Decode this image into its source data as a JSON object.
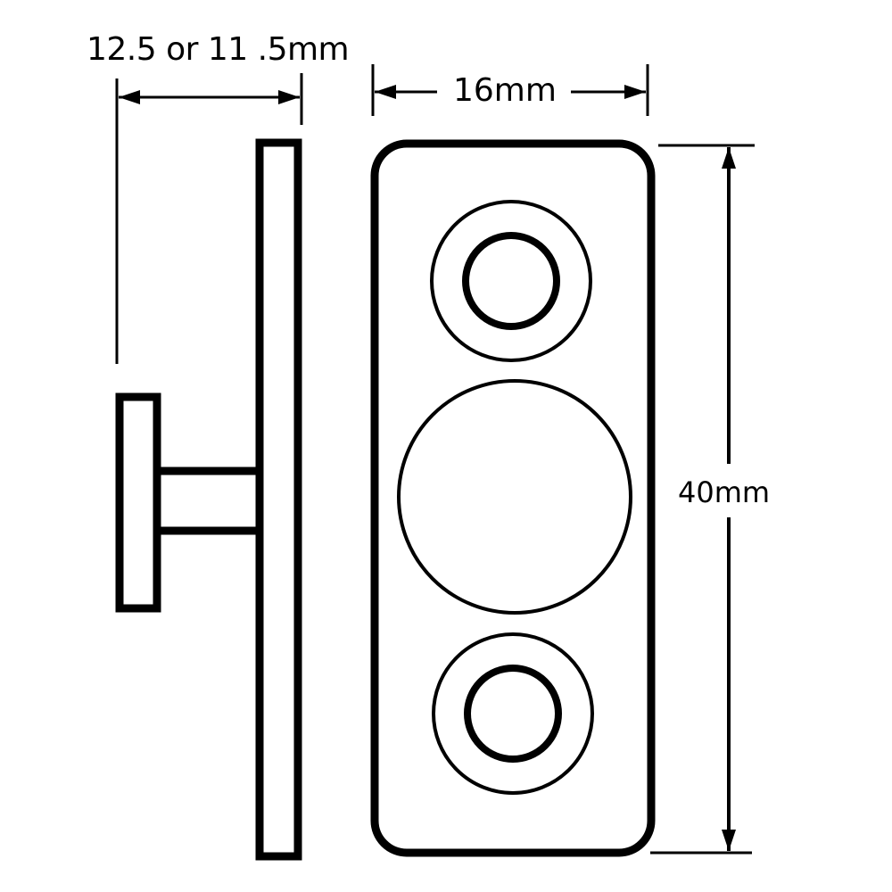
{
  "diagram": {
    "type": "technical-drawing",
    "subject": "magnetic catch plate with stud",
    "stroke_color": "#000000",
    "background_color": "#ffffff",
    "dimensions": {
      "depth_label": "12.5 or 11 .5mm",
      "width_label": "16mm",
      "height_label": "40mm"
    },
    "views": {
      "side_view": {
        "parts": [
          "mounting-plate",
          "stud-shaft",
          "stud-head"
        ]
      },
      "front_view": {
        "parts": [
          "rounded-plate",
          "top-screw-hole",
          "center-magnet-disc",
          "bottom-screw-hole"
        ]
      }
    }
  }
}
